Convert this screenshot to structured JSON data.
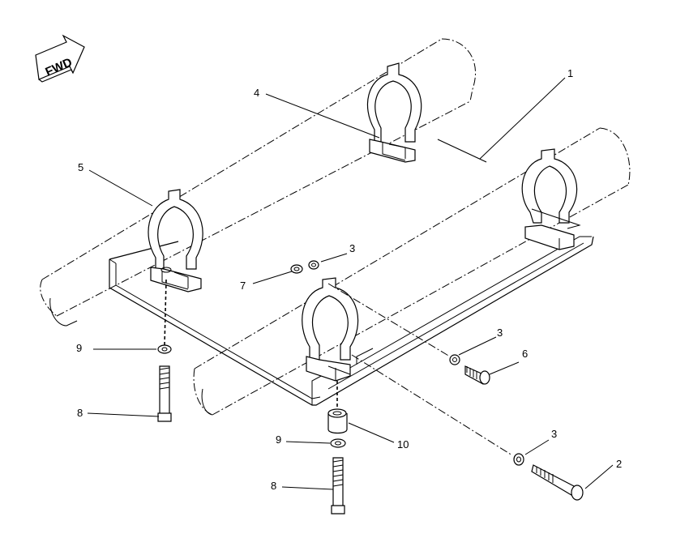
{
  "direction_indicator": {
    "text": "FWD"
  },
  "callouts": [
    {
      "id": "callout-1",
      "text": "1"
    },
    {
      "id": "callout-2",
      "text": "2"
    },
    {
      "id": "callout-3a",
      "text": "3"
    },
    {
      "id": "callout-3b",
      "text": "3"
    },
    {
      "id": "callout-3c",
      "text": "3"
    },
    {
      "id": "callout-4",
      "text": "4"
    },
    {
      "id": "callout-5",
      "text": "5"
    },
    {
      "id": "callout-6",
      "text": "6"
    },
    {
      "id": "callout-7",
      "text": "7"
    },
    {
      "id": "callout-8a",
      "text": "8"
    },
    {
      "id": "callout-8b",
      "text": "8"
    },
    {
      "id": "callout-9a",
      "text": "9"
    },
    {
      "id": "callout-9b",
      "text": "9"
    },
    {
      "id": "callout-10",
      "text": "10"
    }
  ]
}
